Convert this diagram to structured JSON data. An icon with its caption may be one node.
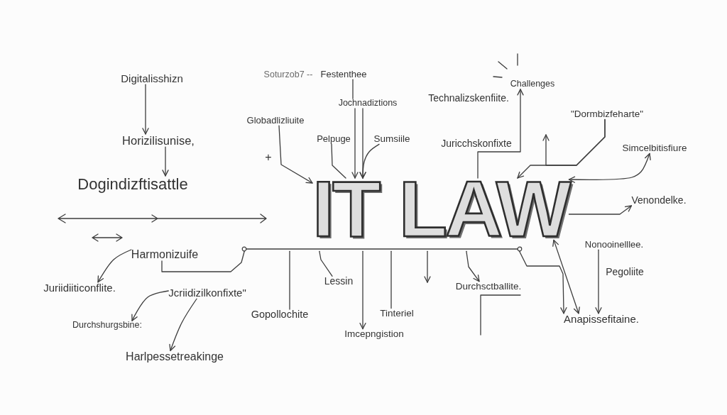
{
  "diagram": {
    "nodes": [
      {
        "text": [
          "Digitalisshizn"
        ]
      },
      {
        "text": [
          "Horizilisunise,"
        ]
      },
      {
        "text": [
          "Dogindizftisattle"
        ]
      },
      {
        "text": [
          "Festenthee"
        ]
      },
      {
        "text": [
          "Jochnadiztions"
        ]
      },
      {
        "text": [
          "Globadlizliuite"
        ]
      },
      {
        "text": [
          "Pelpuge"
        ]
      },
      {
        "text": [
          "Sumsiile"
        ]
      },
      {
        "text": [
          "IT LAW"
        ]
      },
      {
        "text": [
          "Challenges"
        ]
      },
      {
        "text": [
          "\"Dormbizfeharte\""
        ]
      },
      {
        "text": [
          "Simcelbitisfiure"
        ]
      },
      {
        "text": [
          "Venondelke."
        ]
      },
      {
        "text": [
          "Harmonizuife"
        ]
      },
      {
        "text": [],
        "shape": "bar"
      },
      {
        "text": [
          "Nonooinelllee."
        ]
      },
      {
        "text": [
          "Juriidiiticonflite."
        ]
      },
      {
        "text": [
          "Jcriidizilkonfixte\""
        ]
      },
      {
        "text": [
          "Durchsctballite."
        ]
      },
      {
        "text": [
          "Lessin"
        ]
      },
      {
        "text": [
          "Durchshurgsbine:"
        ]
      },
      {
        "text": [
          "Tinteriel"
        ]
      },
      {
        "text": [
          "Gopollochite"
        ]
      },
      {
        "text": [
          "Anapissefitaine."
        ]
      },
      {
        "text": [
          "Imcepngistion"
        ]
      },
      {
        "text": [
          "Harlpessetreakinge"
        ]
      }
    ],
    "edges": [
      {
        "from": 0,
        "to": 1,
        "arrow": "to"
      },
      {
        "from": 1,
        "to": 2,
        "arrow": "to"
      },
      {
        "from": 3,
        "to": 4,
        "arrow": "none"
      },
      {
        "from": 4,
        "to": 8,
        "arrow": "to"
      },
      {
        "from": 4,
        "to": 8,
        "arrow": "to"
      },
      {
        "from": 7,
        "to": 8,
        "arrow": "to"
      },
      {
        "from": 6,
        "to": 8,
        "arrow": "none"
      },
      {
        "from": 5,
        "to": 8,
        "arrow": "to"
      },
      {
        "from": 8,
        "to": 9,
        "arrow": "to"
      },
      {
        "from": 10,
        "to": 8,
        "arrow": "to"
      },
      {
        "from": 10,
        "to": null,
        "arrow": "to"
      },
      {
        "from": 11,
        "to": 8,
        "arrow": "both"
      },
      {
        "from": 8,
        "to": 12,
        "arrow": "to"
      },
      {
        "from": 15,
        "to": 23,
        "arrow": "to",
        "label": "Pegoliite"
      },
      {
        "from": 8,
        "to": 23,
        "arrow": "both"
      },
      {
        "from": 14,
        "to": 23,
        "arrow": "to"
      },
      {
        "from": 14,
        "to": 13,
        "arrow": "none"
      },
      {
        "from": 14,
        "to": 22,
        "arrow": "none"
      },
      {
        "from": 14,
        "to": 19,
        "arrow": "none"
      },
      {
        "from": 14,
        "to": 24,
        "arrow": "to"
      },
      {
        "from": 14,
        "to": 21,
        "arrow": "none"
      },
      {
        "from": 14,
        "to": null,
        "arrow": "to"
      },
      {
        "from": 14,
        "to": 18,
        "arrow": "to"
      },
      {
        "from": 13,
        "to": 16,
        "arrow": "to"
      },
      {
        "from": 17,
        "to": 20,
        "arrow": "to"
      },
      {
        "from": 17,
        "to": 25,
        "arrow": "to"
      }
    ],
    "labels": [
      "Soturzob7 --",
      "Technalizskenfiite.",
      "Juricchskonfixte",
      "+"
    ]
  }
}
